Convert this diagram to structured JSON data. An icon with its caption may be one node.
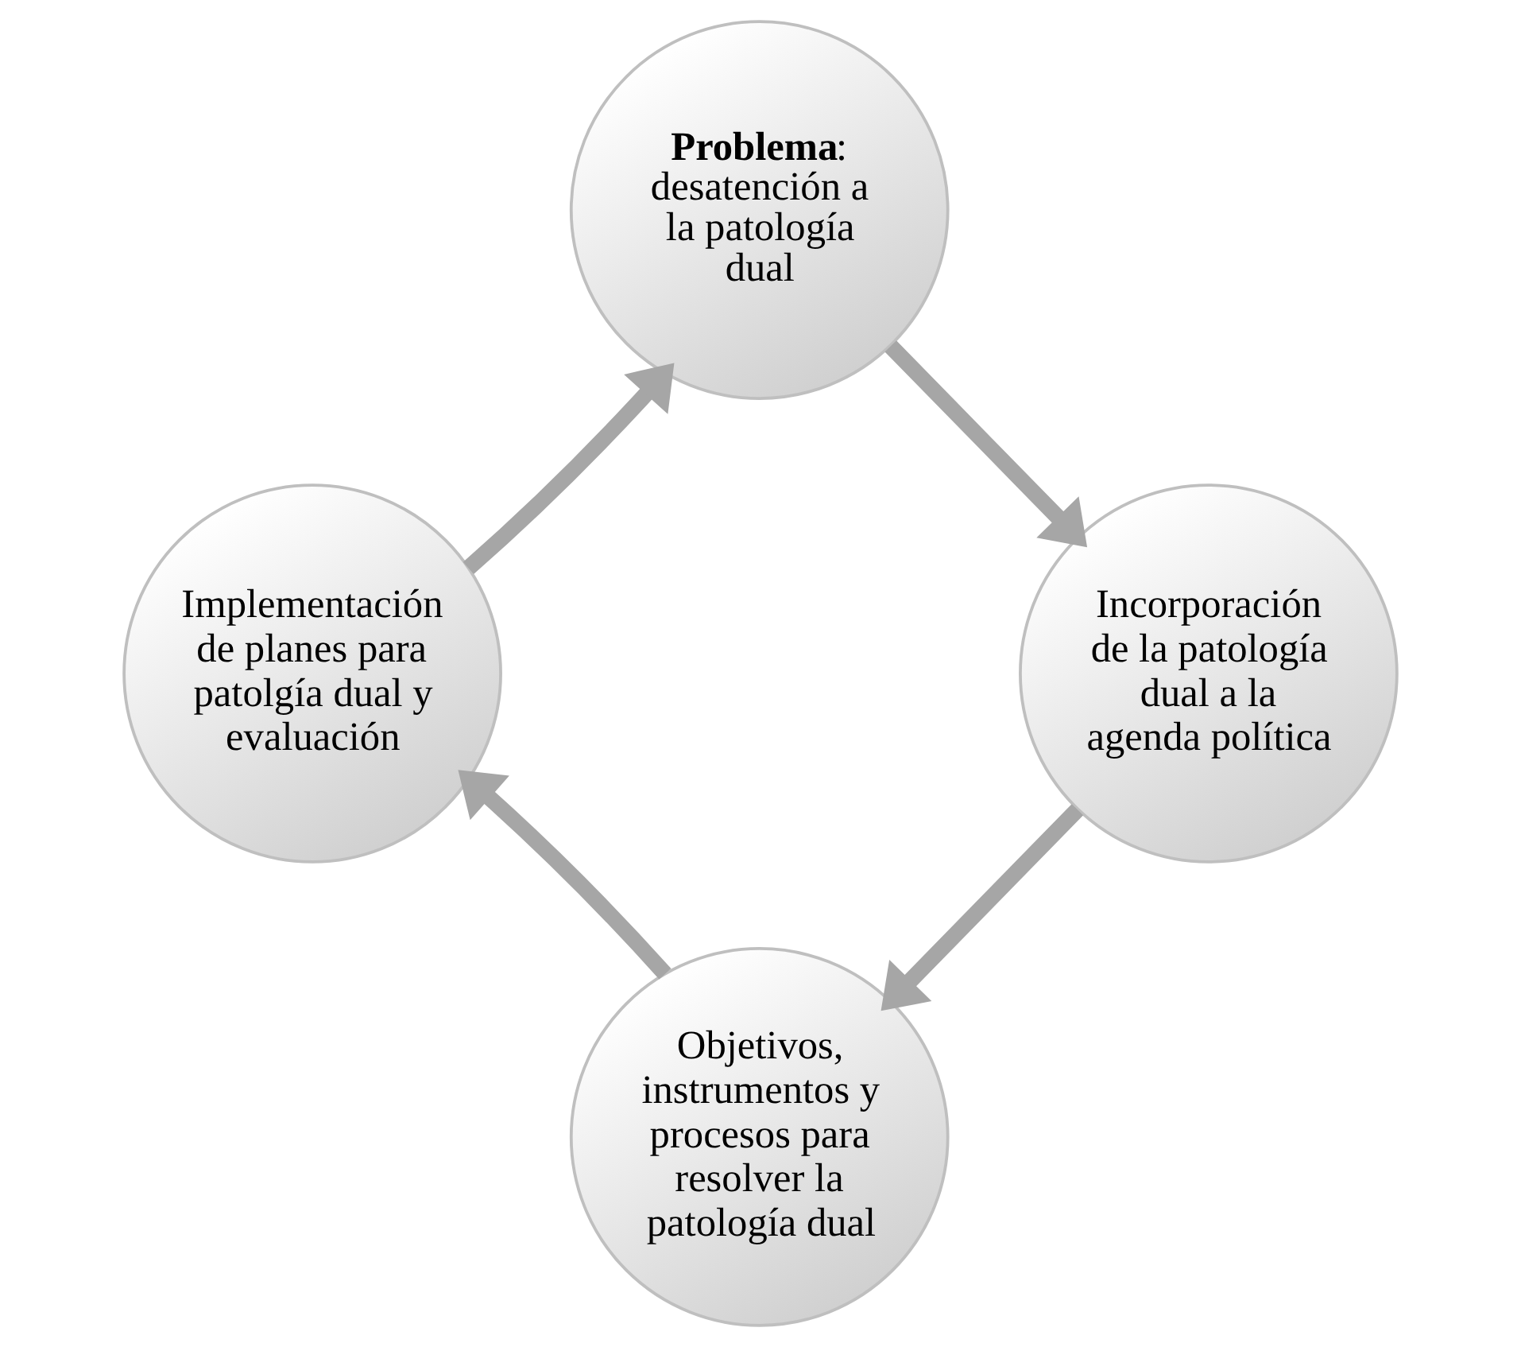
{
  "diagram": {
    "nodes": [
      {
        "text": [
          "**Problema**: desatención a la patología dual"
        ]
      },
      {
        "text": [
          "Incorporación de la patología dual a la agenda política"
        ]
      },
      {
        "text": [
          "Objetivos, instrumentos y procesos para resolver la patología dual"
        ]
      },
      {
        "text": [
          "Implementación de planes para patolgía dual y evaluación"
        ]
      }
    ],
    "edges": [
      {
        "from": 0,
        "to": 1,
        "arrow": "to"
      },
      {
        "from": 1,
        "to": 2,
        "arrow": "to"
      },
      {
        "from": 2,
        "to": 3,
        "arrow": "to"
      },
      {
        "from": 3,
        "to": 0,
        "arrow": "to"
      }
    ]
  }
}
